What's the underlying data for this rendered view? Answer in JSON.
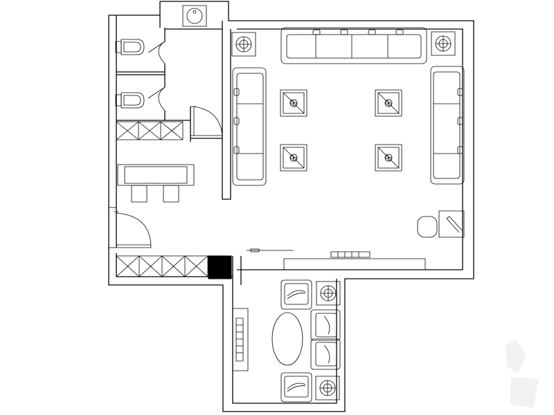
{
  "drawing": {
    "kind": "floor-plan",
    "line_color": "#000000",
    "background": "#ffffff",
    "watermark_color": "#e6e6e6"
  },
  "rooms": [
    {
      "id": "restroom",
      "fixtures": [
        "toilet",
        "toilet",
        "wash-basin"
      ]
    },
    {
      "id": "service-corridor",
      "fixtures": [
        "storage-cabinet",
        "work-counter",
        "stool",
        "stool"
      ]
    },
    {
      "id": "main-hall",
      "fixtures": [
        "sofa-long",
        "sofa-left",
        "sofa-right",
        "coffee-table",
        "coffee-table",
        "coffee-table",
        "coffee-table",
        "side-table",
        "side-table",
        "round-stool",
        "display-counter",
        "radiator"
      ]
    },
    {
      "id": "lounge",
      "fixtures": [
        "armchair",
        "armchair",
        "armchair",
        "armchair",
        "oval-table",
        "side-table",
        "side-table",
        "tv-cabinet"
      ]
    }
  ],
  "symbols": {
    "coffee_tables": 4,
    "side_tables": 4,
    "armchairs": 4,
    "toilets": 2,
    "stools": 2,
    "doors": 4
  }
}
